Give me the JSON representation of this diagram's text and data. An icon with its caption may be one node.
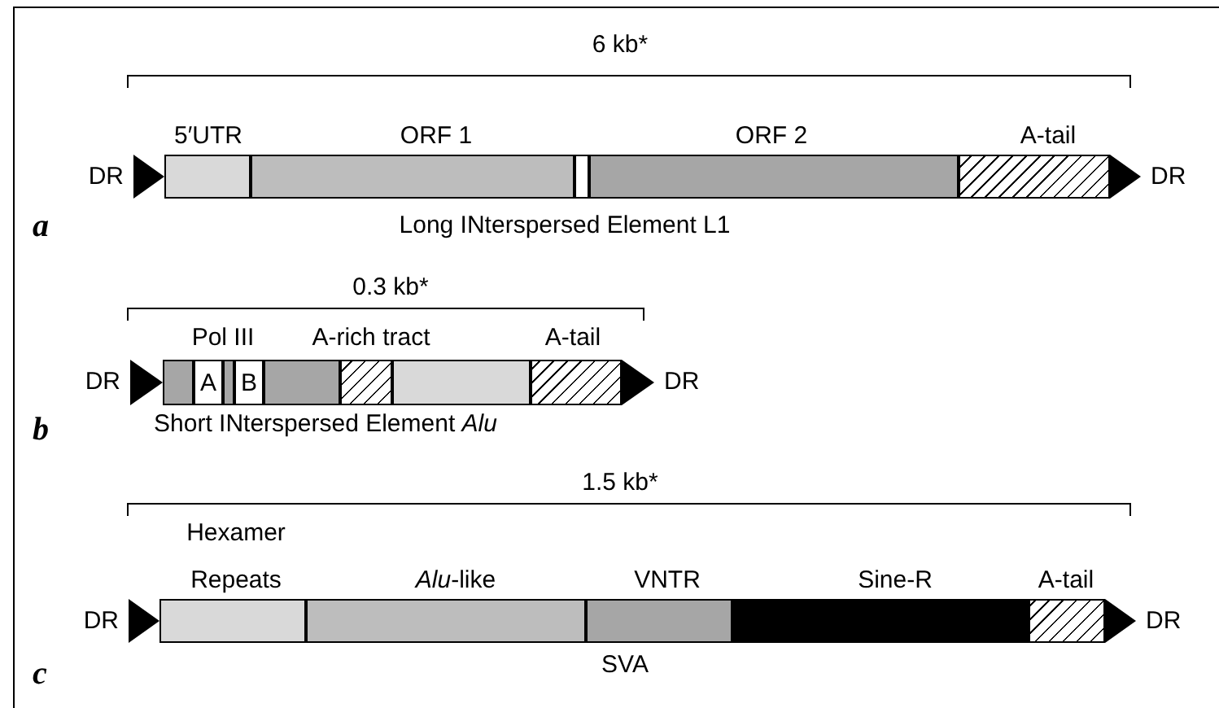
{
  "diagram": {
    "nodes": [
      {
        "text": [],
        "shape": "triangle",
        "beside": [
          "DR"
        ]
      },
      {
        "text": [
          "5′UTR"
        ]
      },
      {
        "text": [
          "ORF 1"
        ]
      },
      {
        "text": [],
        "shape": "box"
      },
      {
        "text": [
          "ORF 2"
        ]
      },
      {
        "text": [
          "A-tail"
        ]
      },
      {
        "text": [],
        "shape": "triangle",
        "beside": [
          "DR"
        ]
      },
      {
        "text": [],
        "shape": "triangle",
        "beside": [
          "DR"
        ]
      },
      {
        "text": [
          "Pol III"
        ]
      },
      {
        "text": [
          "A"
        ]
      },
      {
        "text": [],
        "shape": "box"
      },
      {
        "text": [
          "B"
        ]
      },
      {
        "text": [],
        "shape": "box"
      },
      {
        "text": [
          "A-rich tract"
        ]
      },
      {
        "text": [],
        "shape": "box"
      },
      {
        "text": [
          "A-tail"
        ]
      },
      {
        "text": [],
        "shape": "triangle",
        "beside": [
          "DR"
        ]
      },
      {
        "text": [],
        "shape": "triangle",
        "beside": [
          "DR"
        ]
      },
      {
        "text": [
          "Hexamer Repeats"
        ]
      },
      {
        "text": [
          "*Alu*-like"
        ]
      },
      {
        "text": [
          "VNTR"
        ]
      },
      {
        "text": [
          "Sine-R"
        ]
      },
      {
        "text": [
          "A-tail"
        ]
      },
      {
        "text": [],
        "shape": "triangle",
        "beside": [
          "DR"
        ]
      }
    ],
    "labels": [
      "6 kb*",
      "a",
      "Long INterspersed Element L1",
      "0.3 kb*",
      "b",
      "Short INterspersed Element *Alu*",
      "1.5 kb*",
      "c",
      "SVA"
    ]
  }
}
